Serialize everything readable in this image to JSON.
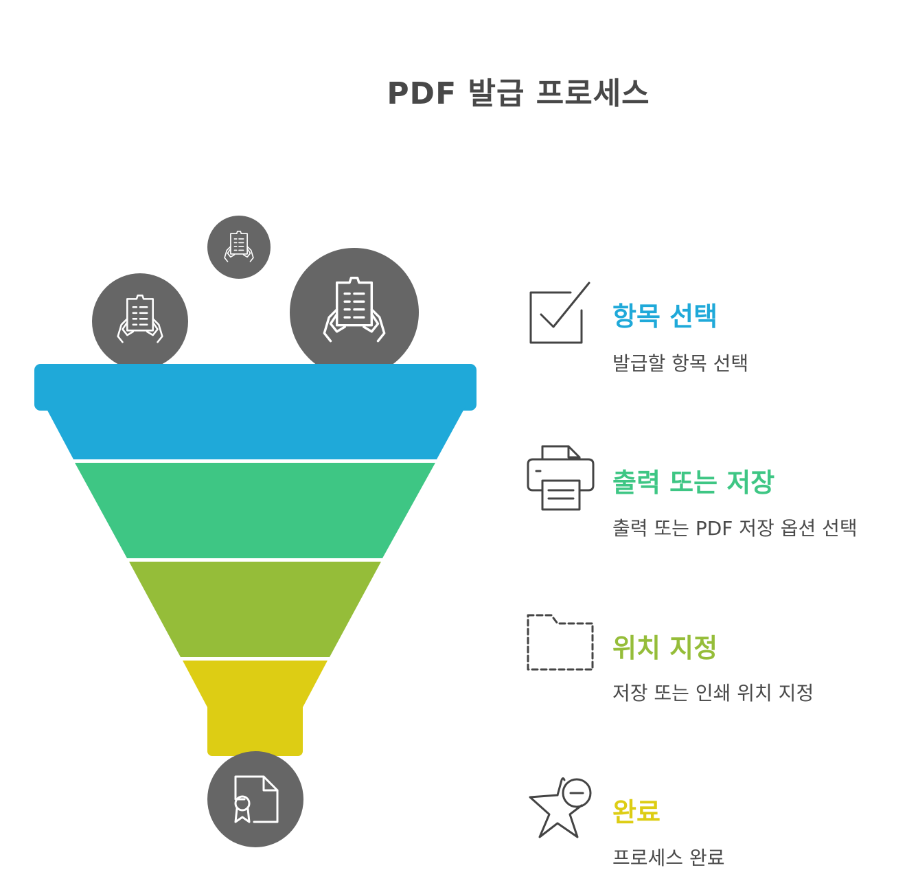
{
  "title": "PDF 발급 프로세스",
  "colors": {
    "step1": "#1fa9d9",
    "step2": "#3ec684",
    "step3": "#95bd39",
    "step4": "#ddcd14",
    "circle": "#666666",
    "icon_stroke": "#444444",
    "text": "#4a4a4a"
  },
  "funnel_icons": [
    {
      "name": "hands-holding-document-icon"
    },
    {
      "name": "hands-holding-document-icon"
    },
    {
      "name": "hands-holding-document-icon"
    },
    {
      "name": "certificate-document-icon"
    }
  ],
  "steps": [
    {
      "title": "항목 선택",
      "description": "발급할 항목 선택",
      "icon": "checkbox-icon",
      "color": "#1fa9d9"
    },
    {
      "title": "출력 또는 저장",
      "description": "출력 또는 PDF 저장 옵션 선택",
      "icon": "printer-icon",
      "color": "#3ec684"
    },
    {
      "title": "위치 지정",
      "description": "저장 또는 인쇄 위치 지정",
      "icon": "dashed-folder-icon",
      "color": "#95bd39"
    },
    {
      "title": "완료",
      "description": "프로세스 완료",
      "icon": "star-minus-icon",
      "color": "#ddcd14"
    }
  ]
}
